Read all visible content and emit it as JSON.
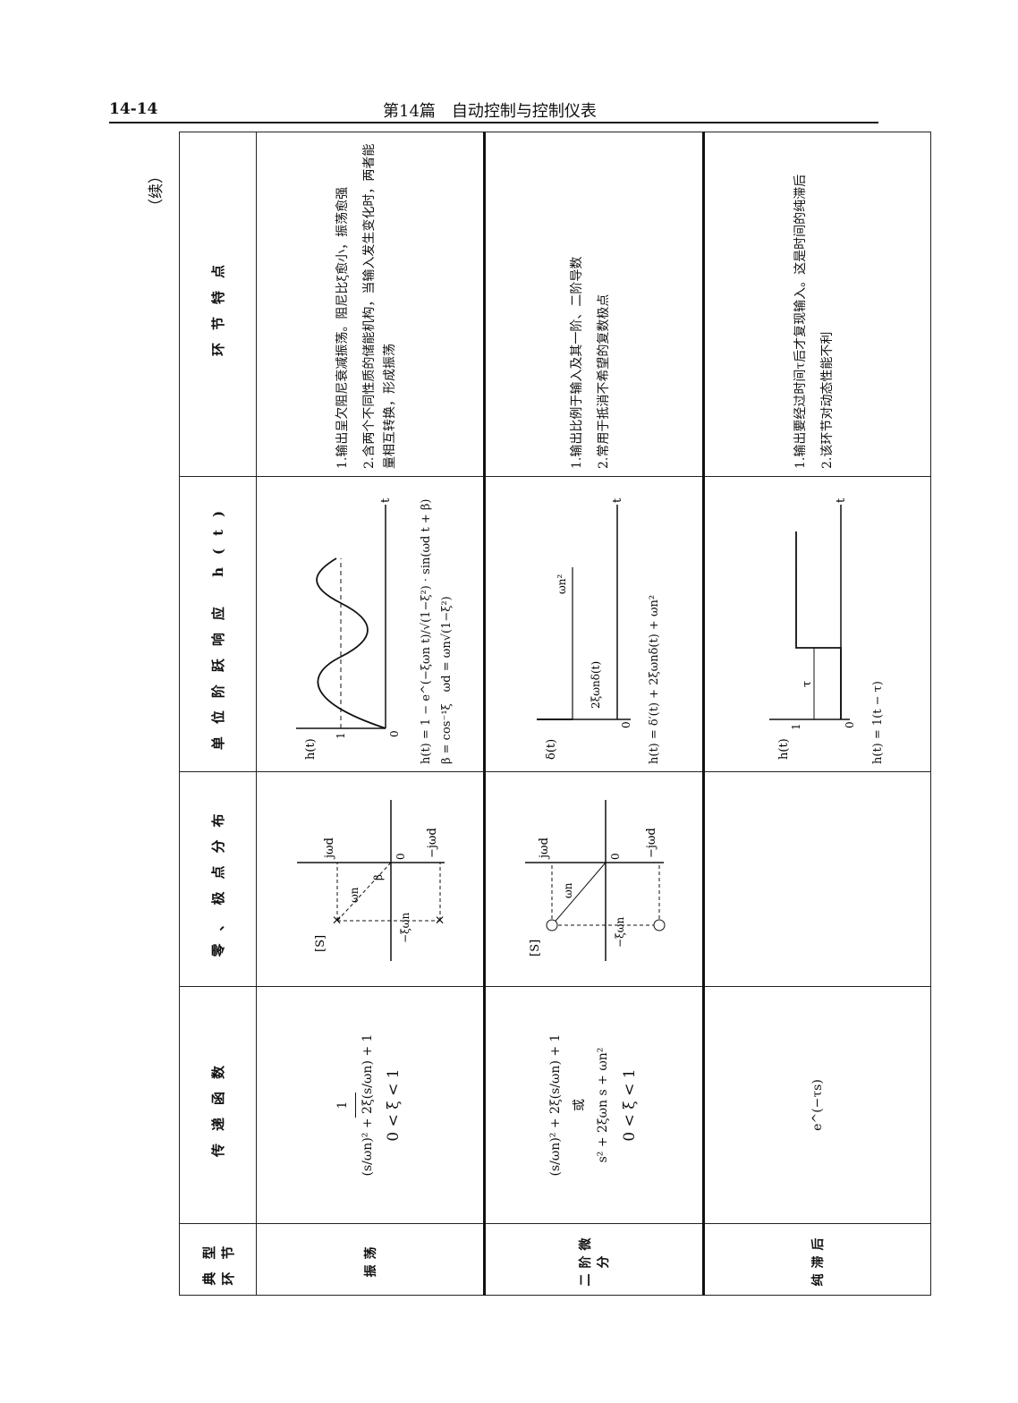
{
  "header": {
    "page_number": "14-14",
    "title": "第14篇　自动控制与控制仪表"
  },
  "continued": "（续）",
  "table": {
    "columns": [
      "典型环节",
      "传递函数",
      "零、极点分布",
      "单位阶跃响应 h(t)",
      "环节特点"
    ],
    "rows": [
      {
        "name": "振荡",
        "transfer_num": "1",
        "transfer_den": "(s/ωn)² + 2ξ(s/ωn) + 1",
        "condition": "0 < ξ < 1",
        "pz_labels": {
          "plane": "[S]",
          "jw": "jωd",
          "neg_jw": "−jωd",
          "wn": "ωn",
          "beta": "β",
          "origin": "0",
          "sigma": "−ξωn"
        },
        "step_labels": {
          "ylabel": "h(t)",
          "one": "1",
          "origin": "0",
          "t": "t"
        },
        "step_formula": "h(t) = 1 − e^(−ξωn t)/√(1−ξ²) · sin(ωd t + β)",
        "step_formula2": "β = cos⁻¹ξ　ωd = ωn√(1−ξ²)",
        "features": [
          "1.输出呈欠阻尼衰减振荡。阻尼比ξ愈小，振荡愈强",
          "2.含两个不同性质的储能机构，当输入发生变化时，两者能量相互转换，形成振荡"
        ]
      },
      {
        "name": "二阶微分",
        "transfer_num": "(s/ωn)² + 2ξ(s/ωn) + 1",
        "transfer_or": "或",
        "transfer_alt": "s² + 2ξωn s + ωn²",
        "condition": "0 < ξ < 1",
        "pz_labels": {
          "plane": "[S]",
          "jw": "jωd",
          "neg_jw": "−jωd",
          "wn": "ωn",
          "origin": "0",
          "sigma": "−ξωn"
        },
        "step_labels": {
          "ylabel": "δ(t)",
          "impulse": "ωn²",
          "mid": "2ξωnδ(t)",
          "origin": "0",
          "t": "t"
        },
        "step_formula": "h(t) = δ′(t) + 2ξωnδ(t) + ωn²",
        "features": [
          "1.输出比例于输入及其一阶、二阶导数",
          "2.常用于抵消不希望的复数极点"
        ]
      },
      {
        "name": "纯滞后",
        "transfer_num": "e^(−τs)",
        "step_labels": {
          "ylabel": "h(t)",
          "one": "1",
          "origin": "0",
          "tau": "τ",
          "t": "t"
        },
        "step_formula": "h(t) = 1(t − τ)",
        "features": [
          "1.输出要经过时间τ后才复现输入。这是时间的纯滞后",
          "2.该环节对动态性能不利"
        ]
      }
    ]
  }
}
